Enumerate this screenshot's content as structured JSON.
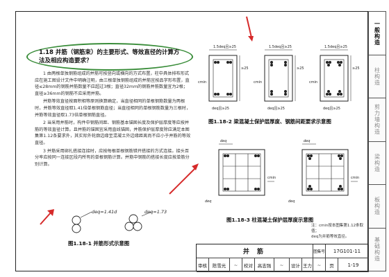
{
  "side_tabs": [
    "一般构造",
    "柱构造",
    "剪力墙构造",
    "梁构造",
    "板构造",
    "基础构造"
  ],
  "heading": "1.18  并筋（钢筋束）的主要形式、等效直径的计算方法及相应构造要求？",
  "paragraphs": [
    "1  由两根单独钢筋组成的并筋可按竖向或横向的方式布置，柱中具体排布形式应在施工图设计文件中明确注明，由三根单独钢筋组成的并筋宜按品字形布置，直径≤28mm的钢筋并筋数量不应超过3根；直径32mm的钢筋并筋数量宜为2根；直径≥36mm的钢筋不应采用并筋。",
    "并筋等效直径按面积相等原则换算确定，当直径相同的单根钢筋数量为两根时，并筋等效直径取1.41倍单根钢筋直径；当直径相同的单根钢筋数量为三根时，并筋等效直径取1.73倍单根钢筋直径。",
    "2  当采用并筋时，构件中钢筋间距、钢筋基本锚固长度及保护层厚度等应按并筋的等效直径计算。且并筋的锚固宜采用直线锚固，并筋保护层厚度除应满足本图集第1.12条要求外，其实际外轮廓边缘至混凝土外边缘距离尚不应小于并筋的等效直径。",
    "3  并筋采用绑扎搭接连接时，应按每根单根钢筋错开搭接的方式连接。接头百分率应按同一连接区段内所有的单根钢筋计算。并筋中钢筋的搭接长度应按单筋分别计算。"
  ],
  "fig1": {
    "caption": "图1.18-1  并筋形式示意图",
    "eq1": "deq=1.41d",
    "eq2": "deq=1.73d"
  },
  "fig2": {
    "caption": "图1.18-2  梁混凝土保护层厚度、钢筋间距要求示意图",
    "label_top1": "1.5deq且≥25",
    "label_top2": "1.5deq且≥25",
    "label_side": "≥25",
    "label_bottom": "deq且≥25",
    "label_c": "cmin"
  },
  "fig3": {
    "caption": "图1.18-3  柱混凝土保护层厚度示意图",
    "label_deq": "deq",
    "label_c": "cmin"
  },
  "note": {
    "line1": "注：cmin按本图集第1.12条取值；",
    "line2": "deq为并筋等效直径。"
  },
  "title_block": {
    "title": "并  筋",
    "atlas_no": "17G101-11",
    "page_label": "页",
    "page": "1-19",
    "review_label": "审核",
    "reviewer": "陈雪光",
    "check_label": "校对",
    "checker": "高志强",
    "design_label": "设计",
    "designer": "王力"
  },
  "colors": {
    "annotation_red": "#d62a2a",
    "highlight_green": "#3a8d3a",
    "line": "#222222"
  }
}
